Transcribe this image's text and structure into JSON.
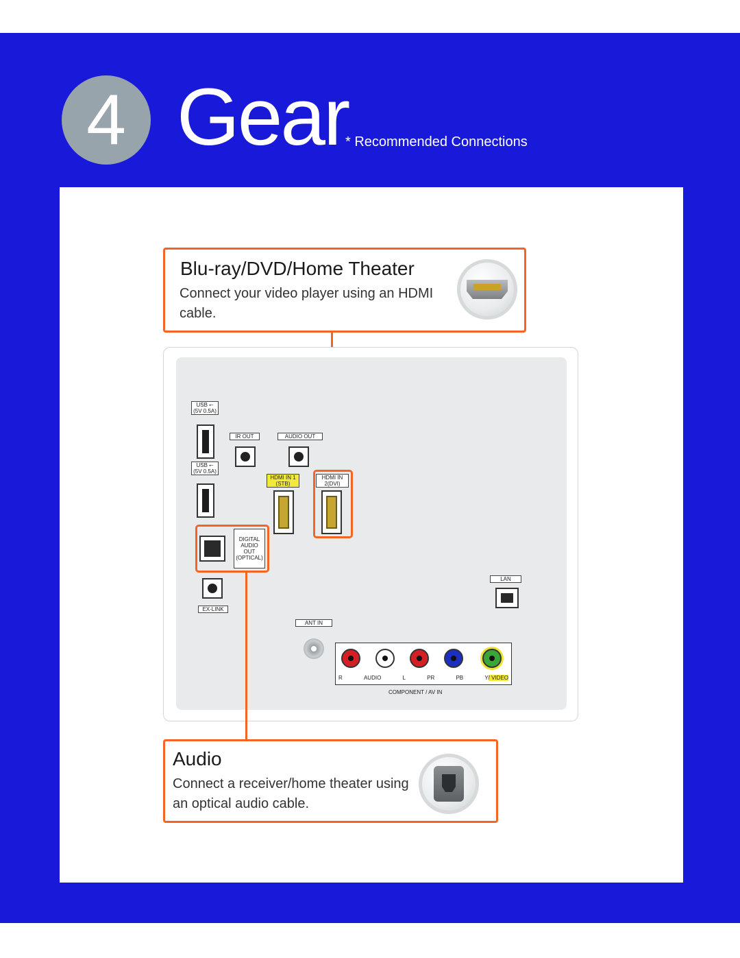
{
  "step": {
    "number": "4",
    "title": "Gear",
    "subtitle": "* Recommended Connections"
  },
  "colors": {
    "background": "#1919d9",
    "accent": "#f26522",
    "step_circle": "#98a4ab"
  },
  "bluray": {
    "heading": "Blu-ray/DVD/Home Theater",
    "text": "Connect your video player using an HDMI cable.",
    "icon": "hdmi-plug-icon"
  },
  "audio": {
    "heading": "Audio",
    "text": "Connect a receiver/home theater using an optical audio cable.",
    "icon": "optical-plug-icon"
  },
  "ports": {
    "usb_label": "USB",
    "usb_rating": "(5V 0.5A)",
    "ir_out": "IR OUT",
    "audio_out": "AUDIO OUT",
    "hdmi_in_1": "HDMI IN 1 (STB)",
    "hdmi_in_2": "HDMI IN 2(DVI)",
    "digital_audio_out": "DIGITAL AUDIO OUT (OPTICAL)",
    "ex_link": "EX-LINK",
    "lan": "LAN",
    "ant_in": "ANT IN",
    "audio_r": "R",
    "audio_word": "AUDIO",
    "audio_l": "L",
    "pr": "PR",
    "pb": "PB",
    "y": "Y",
    "video": "/ VIDEO",
    "component": "COMPONENT / AV IN"
  }
}
